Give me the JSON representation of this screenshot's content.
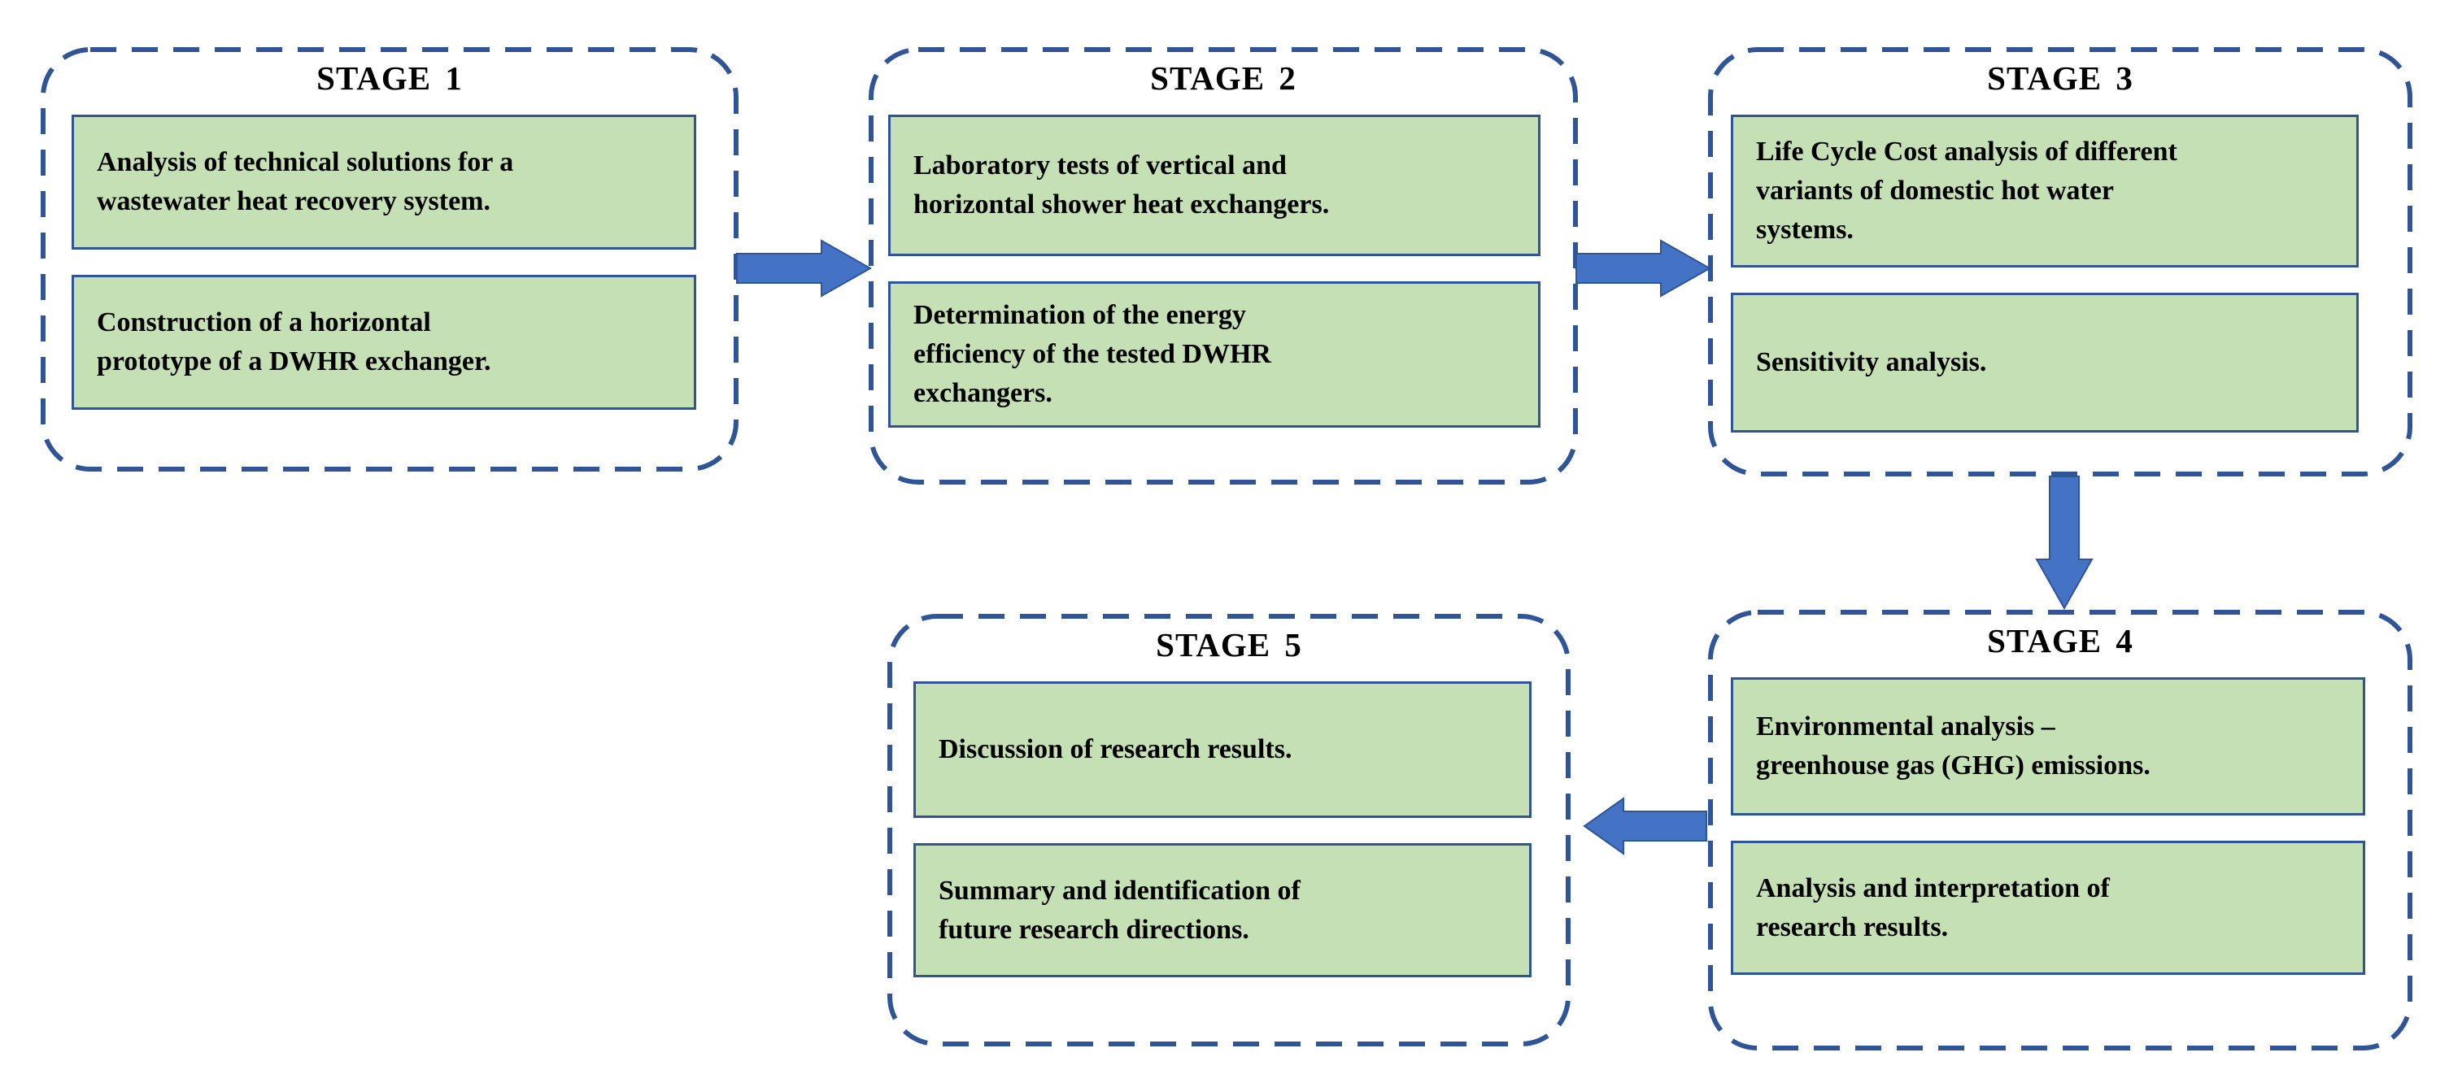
{
  "diagram": {
    "stages": [
      {
        "title": "STAGE 1",
        "tasks": [
          "Analysis of technical solutions for a\nwastewater heat recovery system.",
          "Construction of a horizontal\nprototype of a DWHR exchanger."
        ]
      },
      {
        "title": "STAGE 2",
        "tasks": [
          "Laboratory tests of vertical and\nhorizontal shower heat exchangers.",
          "Determination of the energy\nefficiency of the tested DWHR\nexchangers."
        ]
      },
      {
        "title": "STAGE 3",
        "tasks": [
          "Life Cycle Cost analysis of different\nvariants of domestic hot water\nsystems.",
          "Sensitivity analysis."
        ]
      },
      {
        "title": "STAGE 4",
        "tasks": [
          "Environmental analysis –\ngreenhouse gas (GHG) emissions.",
          "Analysis and interpretation of\nresearch results."
        ]
      },
      {
        "title": "STAGE 5",
        "tasks": [
          "Discussion of research results.",
          "Summary and identification of\nfuture research directions."
        ]
      }
    ],
    "arrows": [
      {
        "name": "stage1-to-stage2",
        "direction": "right"
      },
      {
        "name": "stage2-to-stage3",
        "direction": "right"
      },
      {
        "name": "stage3-to-stage4",
        "direction": "down"
      },
      {
        "name": "stage4-to-stage5",
        "direction": "left"
      }
    ],
    "colors": {
      "stage_outline": "#2F5597",
      "task_fill": "#C5E0B4",
      "task_border": "#2F5597",
      "arrow_fill": "#4472C4",
      "text": "#000000",
      "background": "#FFFFFF"
    }
  }
}
